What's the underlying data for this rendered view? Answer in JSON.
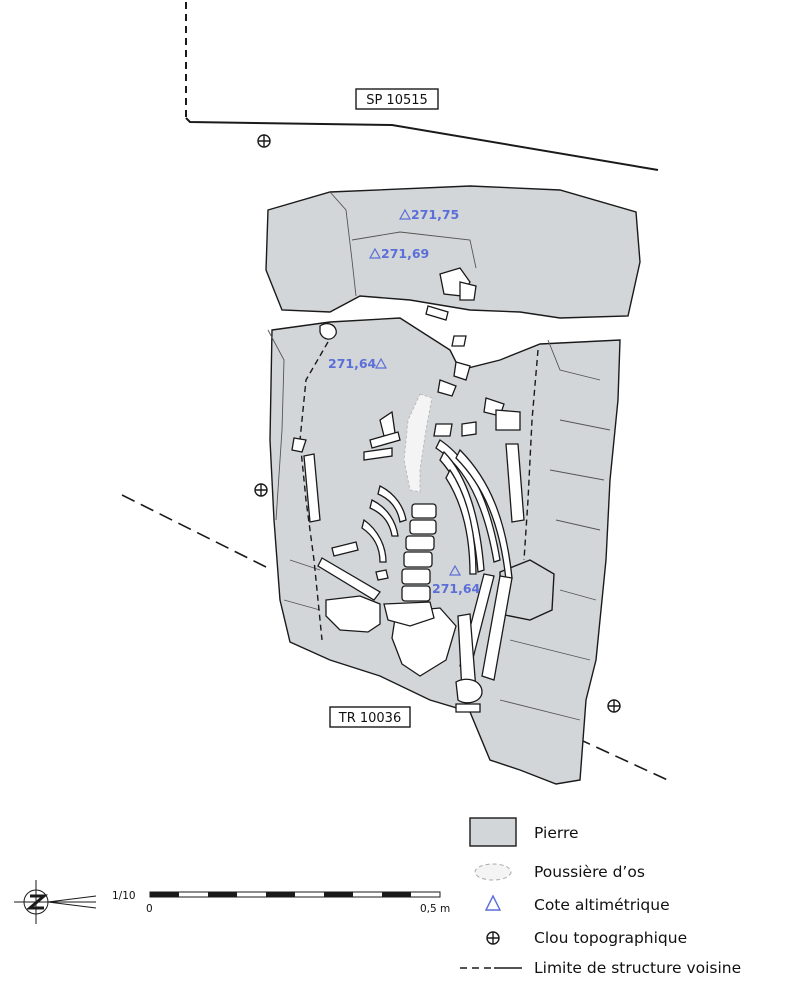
{
  "labels": {
    "sp": "SP 10515",
    "tr": "TR 10036"
  },
  "elevations": [
    {
      "text": "271,75"
    },
    {
      "text": "271,69"
    },
    {
      "text": "271,64"
    },
    {
      "text": "271,64"
    }
  ],
  "legend": {
    "stone": "Pierre",
    "bone_dust": "Poussière d’os",
    "elevation": "Cote altimétrique",
    "survey_nail": "Clou topographique",
    "neighbour_limit": "Limite de structure voisine"
  },
  "scale": {
    "ratio": "1/10",
    "start": "0",
    "end": "0,5 m"
  },
  "colors": {
    "stone": "#d3d6d8",
    "elevation": "#5a6fd8",
    "ink": "#1a1a1a"
  }
}
